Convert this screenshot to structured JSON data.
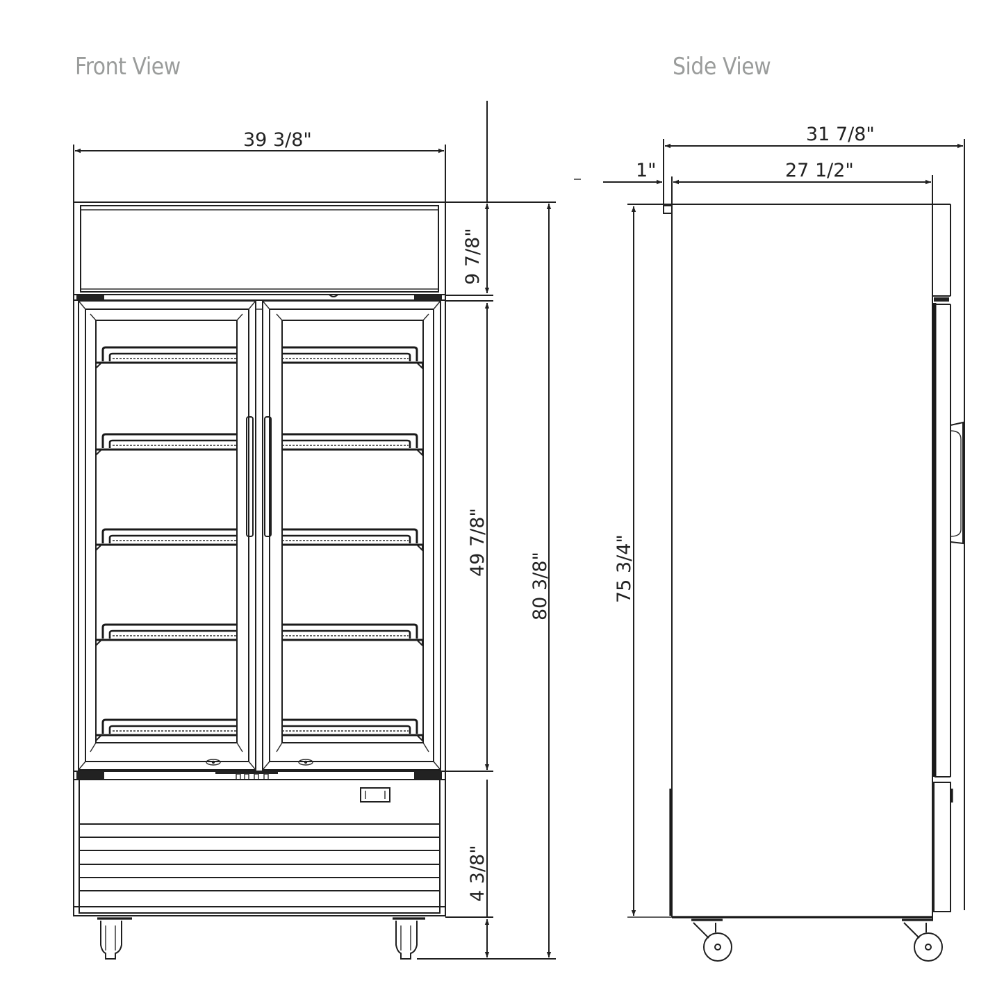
{
  "views": {
    "front": {
      "title": "Front View",
      "dimensions": {
        "overall_width": "39 3/8\"",
        "top_canopy_height": "9 7/8\"",
        "door_height": "49 7/8\"",
        "overall_height": "80 3/8\"",
        "base_to_cabinet": "4 3/8\""
      },
      "doors": 2,
      "shelves_per_door": 5
    },
    "side": {
      "title": "Side View",
      "dimensions": {
        "overall_depth": "31 7/8\"",
        "door_offset": "1\"",
        "cabinet_depth": "27 1/2\"",
        "cabinet_height": "75 3/4\""
      }
    }
  },
  "colors": {
    "title_gray": "#9a9c9b",
    "line": "#1f1f1f",
    "background": "#ffffff"
  }
}
